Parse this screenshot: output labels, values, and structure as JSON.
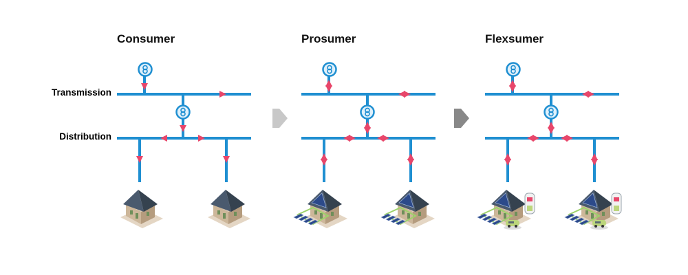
{
  "colors": {
    "line": "#1f8fd1",
    "arrow": "#e8466a",
    "label": "#1f8fd1",
    "meter_fill": "#dff0fb",
    "arrow_light": "#c8c8c8",
    "arrow_dark": "#888888",
    "roof": "#4a5a6e",
    "wall": "#cdb79a",
    "solar": "#2c4a8a",
    "car": "#bcd67c"
  },
  "levels": {
    "transmission": "Transmission",
    "distribution": "Distribution"
  },
  "panels": [
    {
      "title": "Consumer",
      "flow": "one-way",
      "solar": false,
      "ev": false
    },
    {
      "title": "Prosumer",
      "flow": "two-way",
      "solar": true,
      "ev": false
    },
    {
      "title": "Flexsumer",
      "flow": "two-way",
      "solar": true,
      "ev": true
    }
  ],
  "transitions": [
    {
      "icon": "chevron-arrow-icon",
      "shade": "light"
    },
    {
      "icon": "chevron-arrow-icon",
      "shade": "dark"
    }
  ]
}
